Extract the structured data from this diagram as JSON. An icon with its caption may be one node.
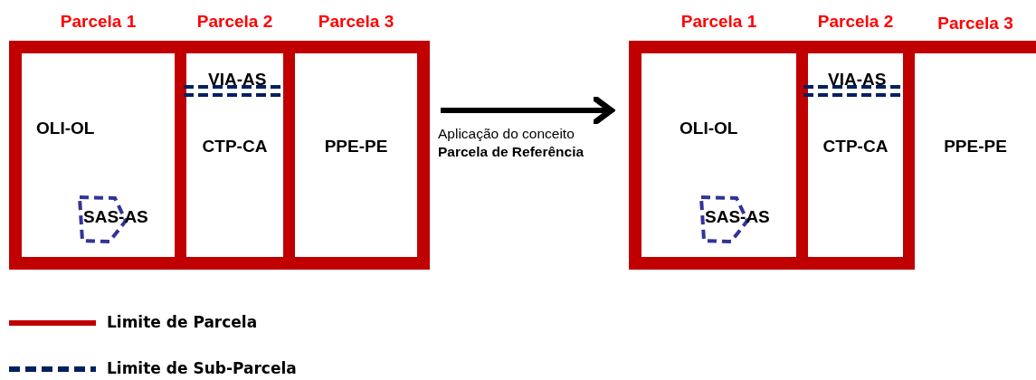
{
  "diagram": {
    "nodes": [
      {
        "text": [],
        "shape": "box"
      },
      {
        "text": [
          "Parcela 1",
          "OLI-OL"
        ],
        "in": 0
      },
      {
        "text": [
          "SAS-AS"
        ],
        "in": 1
      },
      {
        "text": [
          "Parcela 2",
          "CTP-CA"
        ],
        "in": 0
      },
      {
        "text": [
          "VIA-AS"
        ],
        "in": 3
      },
      {
        "text": [
          "Parcela 3",
          "PPE-PE"
        ],
        "in": 0
      },
      {
        "text": [],
        "shape": "box"
      },
      {
        "text": [
          "Parcela 1",
          "OLI-OL"
        ],
        "in": 6
      },
      {
        "text": [
          "SAS-AS"
        ],
        "in": 7
      },
      {
        "text": [
          "Parcela 2",
          "CTP-CA"
        ],
        "in": 6
      },
      {
        "text": [
          "VIA-AS"
        ],
        "in": 9
      },
      {
        "text": [
          "Parcela 3",
          "PPE-PE"
        ],
        "in": 6
      }
    ],
    "edges": [
      {
        "from": 0,
        "to": 6,
        "arrow": "to",
        "label": "Aplicação do conceito **Parcela de Referência**"
      }
    ],
    "legend": [
      {
        "text": "Limite de Parcela"
      },
      {
        "text": "Limite de Sub-Parcela"
      }
    ]
  }
}
